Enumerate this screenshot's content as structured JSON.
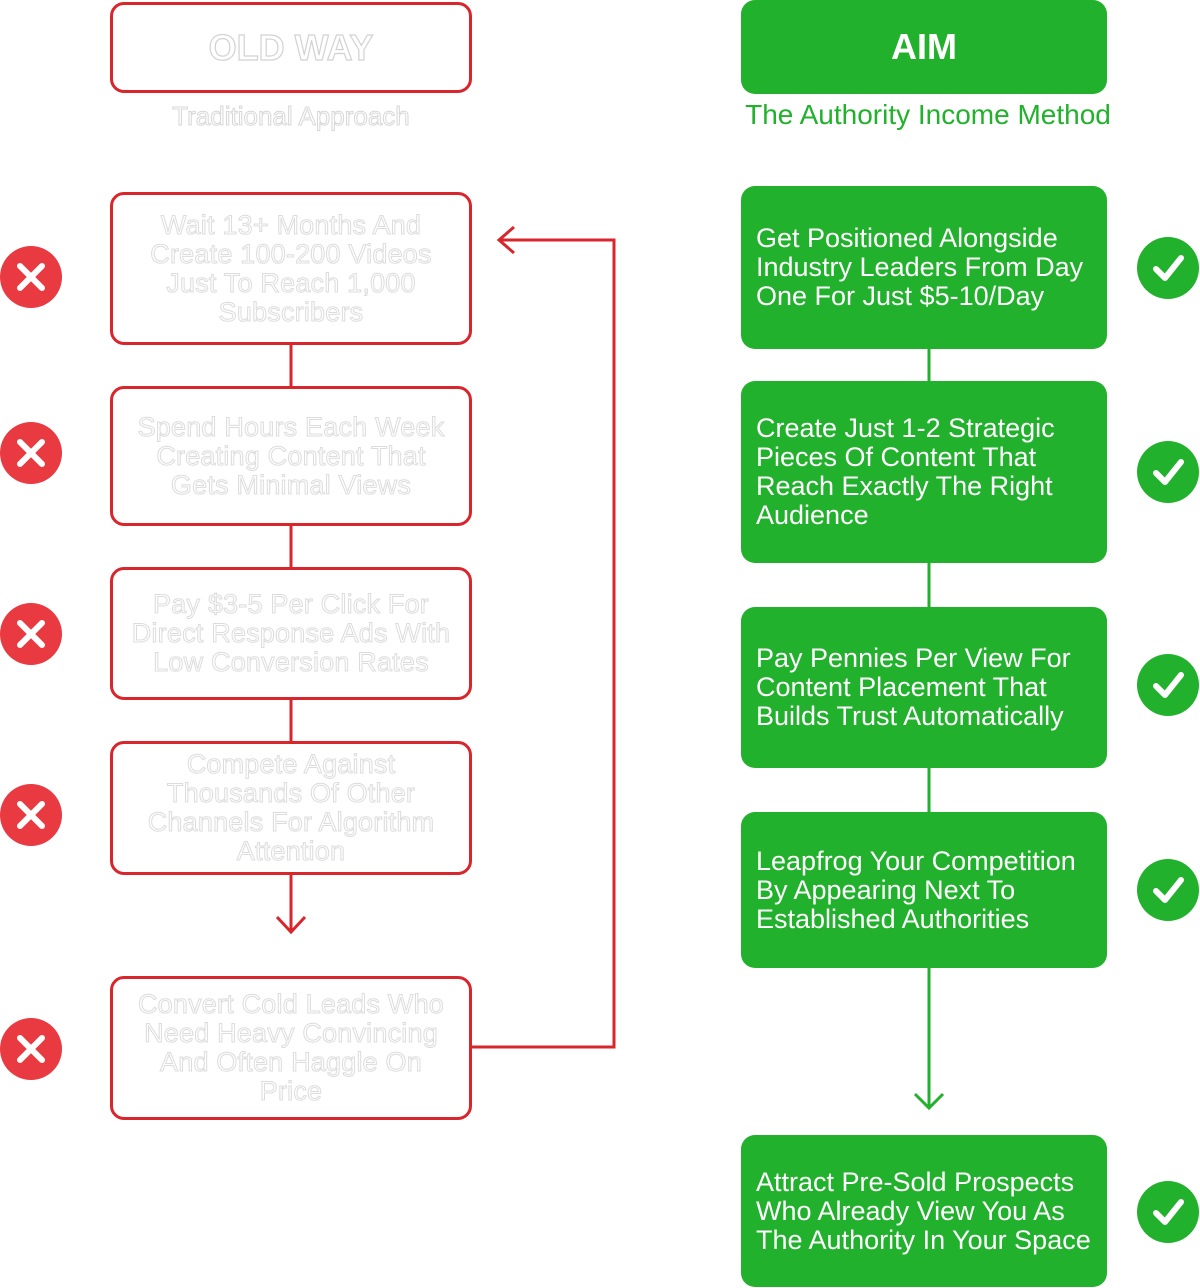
{
  "old_way": {
    "title": "OLD WAY",
    "subtitle": "Traditional Approach",
    "steps": [
      "Wait 13+ Months And Create 100-200 Videos Just To Reach 1,000 Subscribers",
      "Spend Hours Each Week Creating Content That Gets Minimal Views",
      "Pay $3-5 Per Click For Direct Response Ads With Low Conversion Rates",
      "Compete Against Thousands Of Other Channels For Algorithm Attention",
      "Convert Cold Leads Who Need Heavy Convincing And Often Haggle On Price"
    ],
    "icon": "x-circle-icon",
    "color": "#d9262d"
  },
  "aim": {
    "title": "AIM",
    "subtitle": "The Authority Income Method",
    "steps": [
      "Get Positioned Alongside Industry Leaders From Day One For Just $5-10/Day",
      "Create Just 1-2 Strategic Pieces Of Content That Reach Exactly The Right Audience",
      "Pay Pennies Per View For Content Placement That Builds Trust Automatically",
      "Leapfrog Your Competition By Appearing Next To Established Authorities",
      "Attract Pre-Sold Prospects Who Already View You As The Authority In Your Space"
    ],
    "icon": "check-circle-icon",
    "color": "#22b12c"
  }
}
